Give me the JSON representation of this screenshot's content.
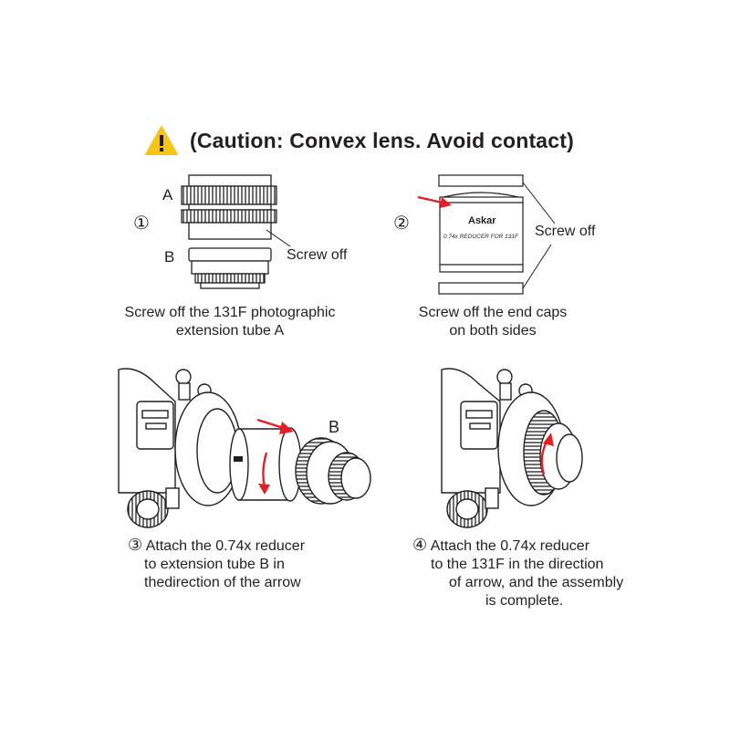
{
  "caution": {
    "icon": "warning-triangle-icon",
    "icon_color": "#f5c518",
    "text": "(Caution: Convex lens. Avoid contact)"
  },
  "step1": {
    "number": "①",
    "label_a": "A",
    "label_b": "B",
    "callout": "Screw off",
    "caption_line1": "Screw off the 131F photographic",
    "caption_line2": "extension tube A"
  },
  "step2": {
    "number": "②",
    "callout": "Screw off",
    "brand": "Askar",
    "product": "0.74x REDUCER FOR 131F",
    "caption_line1": "Screw off the end caps",
    "caption_line2": "on both sides"
  },
  "step3": {
    "number": "③",
    "label_b": "B",
    "line1": "Attach the 0.74x reducer",
    "line2": "to extension tube B in",
    "line3": "thedirection of the arrow"
  },
  "step4": {
    "number": "④",
    "line1": "Attach the 0.74x reducer",
    "line2": "to the 131F in the direction",
    "line3": "of arrow, and the assembly",
    "line4": "is complete."
  },
  "colors": {
    "arrow": "#e31e24",
    "line": "#231f20"
  }
}
